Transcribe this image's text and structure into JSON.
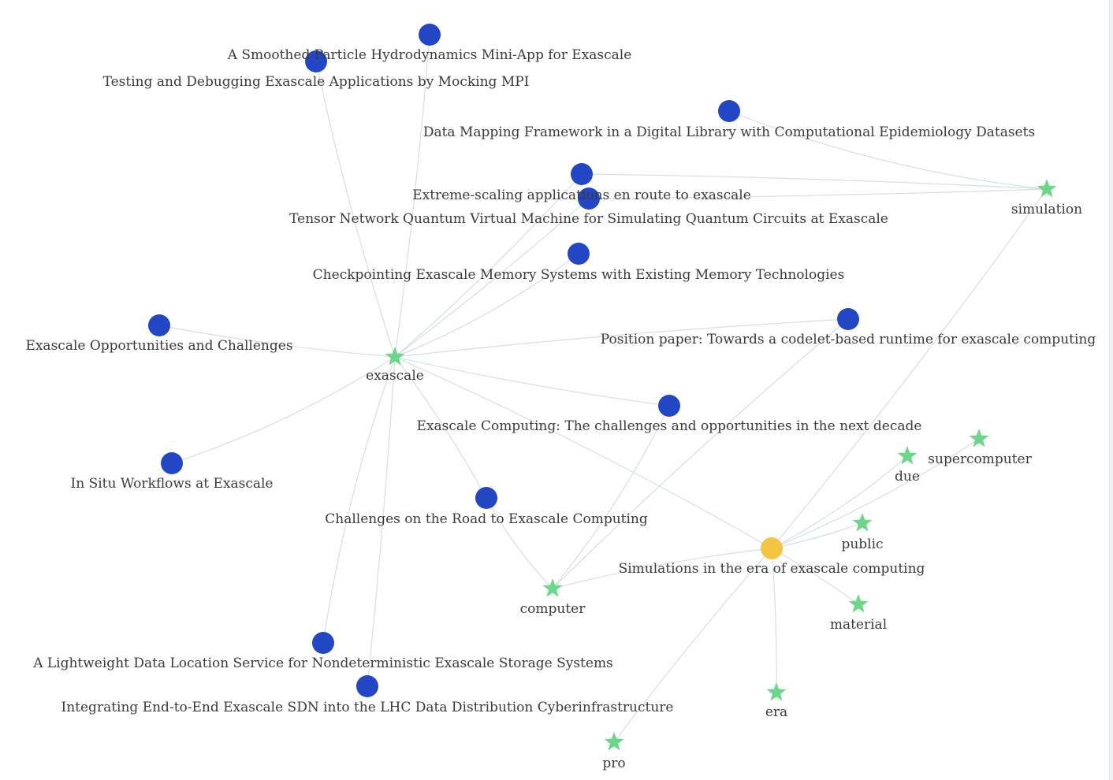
{
  "colors": {
    "paper_node": "#2347c4",
    "center_paper_node": "#f4c542",
    "keyword_node": "#6cd68a",
    "edge": "#d3dfe3",
    "label": "#3a3a3a"
  },
  "nodes": [
    {
      "id": "exascale",
      "kind": "keyword",
      "label": "exascale"
    },
    {
      "id": "simulation",
      "kind": "keyword",
      "label": "simulation"
    },
    {
      "id": "computer",
      "kind": "keyword",
      "label": "computer"
    },
    {
      "id": "supercomputer",
      "kind": "keyword",
      "label": "supercomputer"
    },
    {
      "id": "due",
      "kind": "keyword",
      "label": "due"
    },
    {
      "id": "public",
      "kind": "keyword",
      "label": "public"
    },
    {
      "id": "material",
      "kind": "keyword",
      "label": "material"
    },
    {
      "id": "era",
      "kind": "keyword",
      "label": "era"
    },
    {
      "id": "pro",
      "kind": "keyword",
      "label": "pro"
    },
    {
      "id": "simulations_era",
      "kind": "center",
      "label": "Simulations in the era of exascale computing"
    },
    {
      "id": "sph",
      "kind": "paper",
      "label": "A Smoothed Particle Hydrodynamics Mini-App for Exascale"
    },
    {
      "id": "mocking",
      "kind": "paper",
      "label": "Testing and Debugging Exascale Applications by Mocking MPI"
    },
    {
      "id": "datamap",
      "kind": "paper",
      "label": "Data Mapping Framework in a Digital Library with Computational Epidemiology Datasets"
    },
    {
      "id": "extreme",
      "kind": "paper",
      "label": "Extreme-scaling applications en route to exascale"
    },
    {
      "id": "tensor",
      "kind": "paper",
      "label": "Tensor Network Quantum Virtual Machine for Simulating Quantum Circuits at Exascale"
    },
    {
      "id": "checkpoint",
      "kind": "paper",
      "label": "Checkpointing Exascale Memory Systems with Existing Memory Technologies"
    },
    {
      "id": "opps",
      "kind": "paper",
      "label": "Exascale Opportunities and Challenges"
    },
    {
      "id": "position",
      "kind": "paper",
      "label": "Position paper: Towards a codelet-based runtime for exascale computing"
    },
    {
      "id": "challenges_decade",
      "kind": "paper",
      "label": "Exascale Computing: The challenges and opportunities in the next decade"
    },
    {
      "id": "insitu",
      "kind": "paper",
      "label": "In Situ Workflows at Exascale"
    },
    {
      "id": "road",
      "kind": "paper",
      "label": "Challenges on the Road to Exascale Computing"
    },
    {
      "id": "lightweight",
      "kind": "paper",
      "label": "A Lightweight Data Location Service for Nondeterministic Exascale Storage Systems"
    },
    {
      "id": "sdn",
      "kind": "paper",
      "label": "Integrating End-to-End Exascale SDN into the LHC Data Distribution Cyberinfrastructure"
    }
  ],
  "edges": [
    [
      "exascale",
      "sph"
    ],
    [
      "exascale",
      "mocking"
    ],
    [
      "exascale",
      "extreme"
    ],
    [
      "exascale",
      "tensor"
    ],
    [
      "exascale",
      "checkpoint"
    ],
    [
      "exascale",
      "opps"
    ],
    [
      "exascale",
      "position"
    ],
    [
      "exascale",
      "challenges_decade"
    ],
    [
      "exascale",
      "insitu"
    ],
    [
      "exascale",
      "road"
    ],
    [
      "exascale",
      "lightweight"
    ],
    [
      "exascale",
      "sdn"
    ],
    [
      "exascale",
      "simulations_era"
    ],
    [
      "simulation",
      "datamap"
    ],
    [
      "simulation",
      "extreme"
    ],
    [
      "simulation",
      "tensor"
    ],
    [
      "simulation",
      "simulations_era"
    ],
    [
      "computer",
      "road"
    ],
    [
      "computer",
      "challenges_decade"
    ],
    [
      "computer",
      "position"
    ],
    [
      "computer",
      "simulations_era"
    ],
    [
      "simulations_era",
      "due"
    ],
    [
      "simulations_era",
      "supercomputer"
    ],
    [
      "simulations_era",
      "public"
    ],
    [
      "simulations_era",
      "material"
    ],
    [
      "simulations_era",
      "era"
    ],
    [
      "simulations_era",
      "pro"
    ]
  ]
}
